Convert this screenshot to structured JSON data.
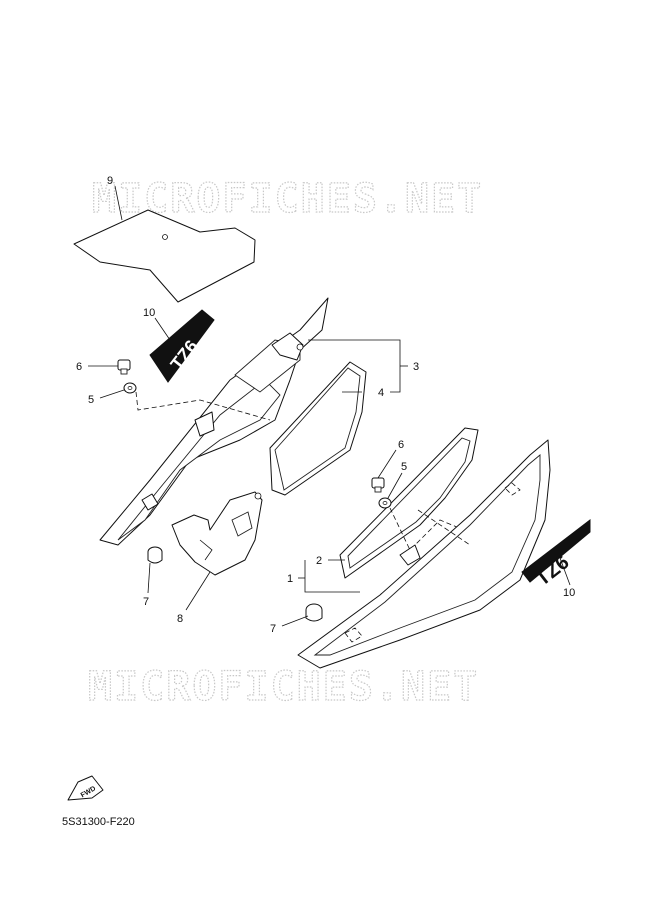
{
  "watermark": {
    "text_top": "MICROFICHES.NET",
    "text_bottom": "MICROFICHES.NET"
  },
  "callouts": {
    "c1": "1",
    "c2": "2",
    "c3": "3",
    "c4": "4",
    "c5a": "5",
    "c5b": "5",
    "c6a": "6",
    "c6b": "6",
    "c7a": "7",
    "c7b": "7",
    "c8": "8",
    "c9": "9",
    "c10a": "10",
    "c10b": "10"
  },
  "decals": {
    "left_decal": "TZ6",
    "right_decal": "TZ6"
  },
  "forward_arrow_label": "FWD",
  "diagram_code": "5S31300-F220"
}
